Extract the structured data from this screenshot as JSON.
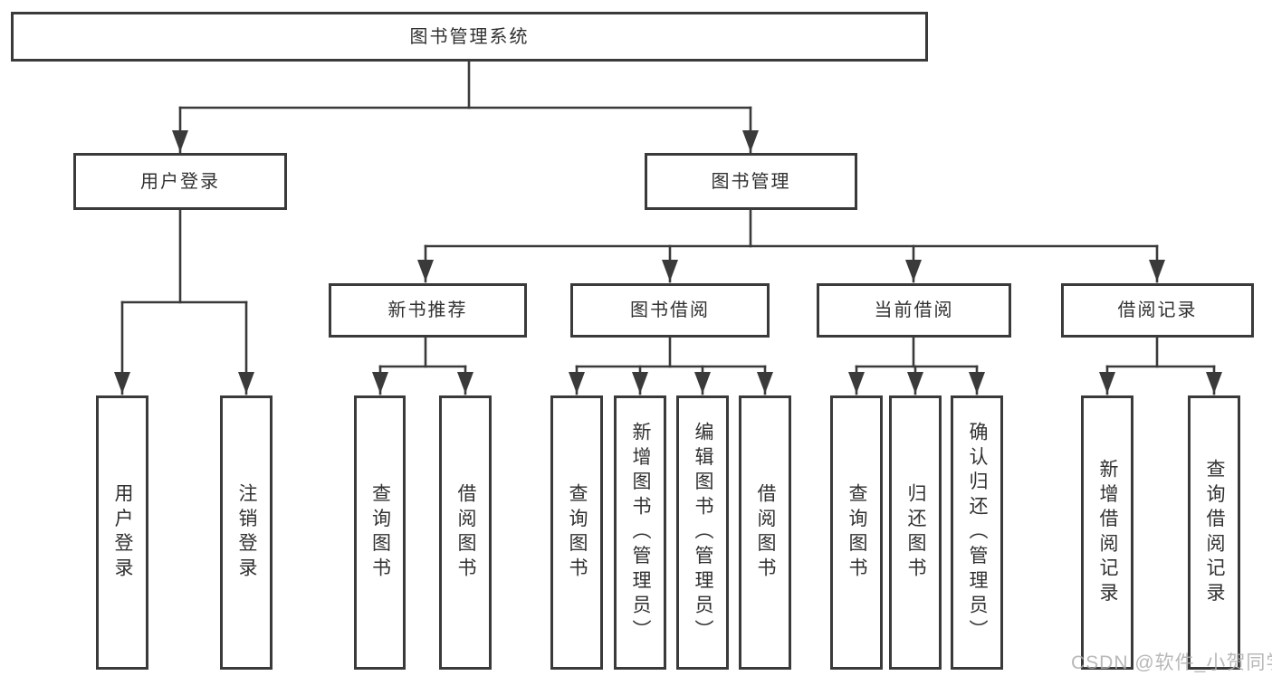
{
  "tree": {
    "root": {
      "label": "图书管理系统",
      "children": [
        {
          "label": "用户登录",
          "children": [
            {
              "label": "用户登录"
            },
            {
              "label": "注销登录"
            }
          ]
        },
        {
          "label": "图书管理",
          "children": [
            {
              "label": "新书推荐",
              "children": [
                {
                  "label": "查询图书"
                },
                {
                  "label": "借阅图书"
                }
              ]
            },
            {
              "label": "图书借阅",
              "children": [
                {
                  "label": "查询图书"
                },
                {
                  "label": "新增图书（管理员）"
                },
                {
                  "label": "编辑图书（管理员）"
                },
                {
                  "label": "借阅图书"
                }
              ]
            },
            {
              "label": "当前借阅",
              "children": [
                {
                  "label": "查询图书"
                },
                {
                  "label": "归还图书"
                },
                {
                  "label": "确认归还（管理员）"
                }
              ]
            },
            {
              "label": "借阅记录",
              "children": [
                {
                  "label": "新增借阅记录"
                },
                {
                  "label": "查询借阅记录"
                }
              ]
            }
          ]
        }
      ]
    }
  },
  "watermark": {
    "text": "CSDN @软件_小贺同学"
  },
  "colors": {
    "line": "#3a3a3a",
    "text": "#313131",
    "watermark": "#acacac",
    "background": "#ffffff"
  }
}
